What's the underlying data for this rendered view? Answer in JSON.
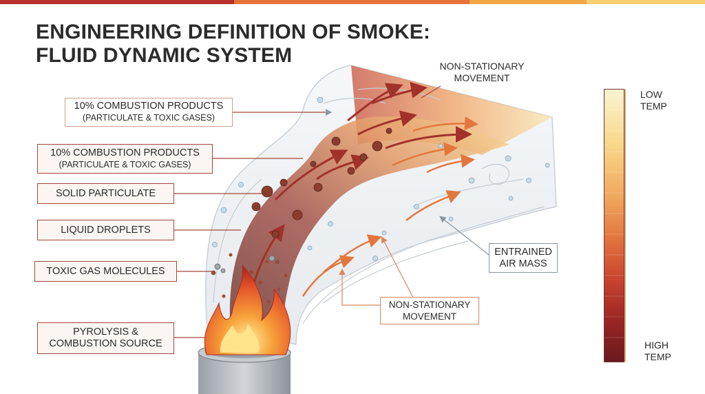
{
  "title": {
    "line1": "ENGINEERING DEFINITION OF SMOKE:",
    "line2": "FLUID DYNAMIC SYSTEM"
  },
  "topbar_colors": [
    "#b9322a",
    "#e8733a",
    "#f2a545",
    "#f7cf6e"
  ],
  "labels": {
    "combustion_products_1": {
      "main": "10% COMBUSTION PRODUCTS",
      "sub": "(PARTICULATE & TOXIC GASES)"
    },
    "combustion_products_2": {
      "main": "10% COMBUSTION PRODUCTS",
      "sub": "(PARTICULATE & TOXIC GASES)"
    },
    "solid_particulate": "SOLID PARTICULATE",
    "liquid_droplets": "LIQUID DROPLETS",
    "toxic_gas_molecules": "TOXIC GAS MOLECULES",
    "pyrolysis_source": {
      "line1": "PYROLYSIS &",
      "line2": "COMBUSTION SOURCE"
    },
    "non_stationary_top": {
      "line1": "NON-STATIONARY",
      "line2": "MOVEMENT"
    },
    "non_stationary_bottom": {
      "line1": "NON-STATIONARY",
      "line2": "MOVEMENT"
    },
    "entrained_air": {
      "line1": "ENTRAINED",
      "line2": "AIR MASS"
    }
  },
  "legend": {
    "low": {
      "line1": "LOW",
      "line2": "TEMP"
    },
    "high": {
      "line1": "HIGH",
      "line2": "TEMP"
    },
    "gradient": [
      "#fbf3d2",
      "#f7d88c",
      "#f0a65c",
      "#e2743f",
      "#c9432f",
      "#9a2424",
      "#6b1a1f"
    ]
  },
  "colors": {
    "label_border": "#a0473a",
    "arrow_dark": "#a0322a",
    "arrow_orange": "#e2773d",
    "air_body": "#eef1f4"
  }
}
